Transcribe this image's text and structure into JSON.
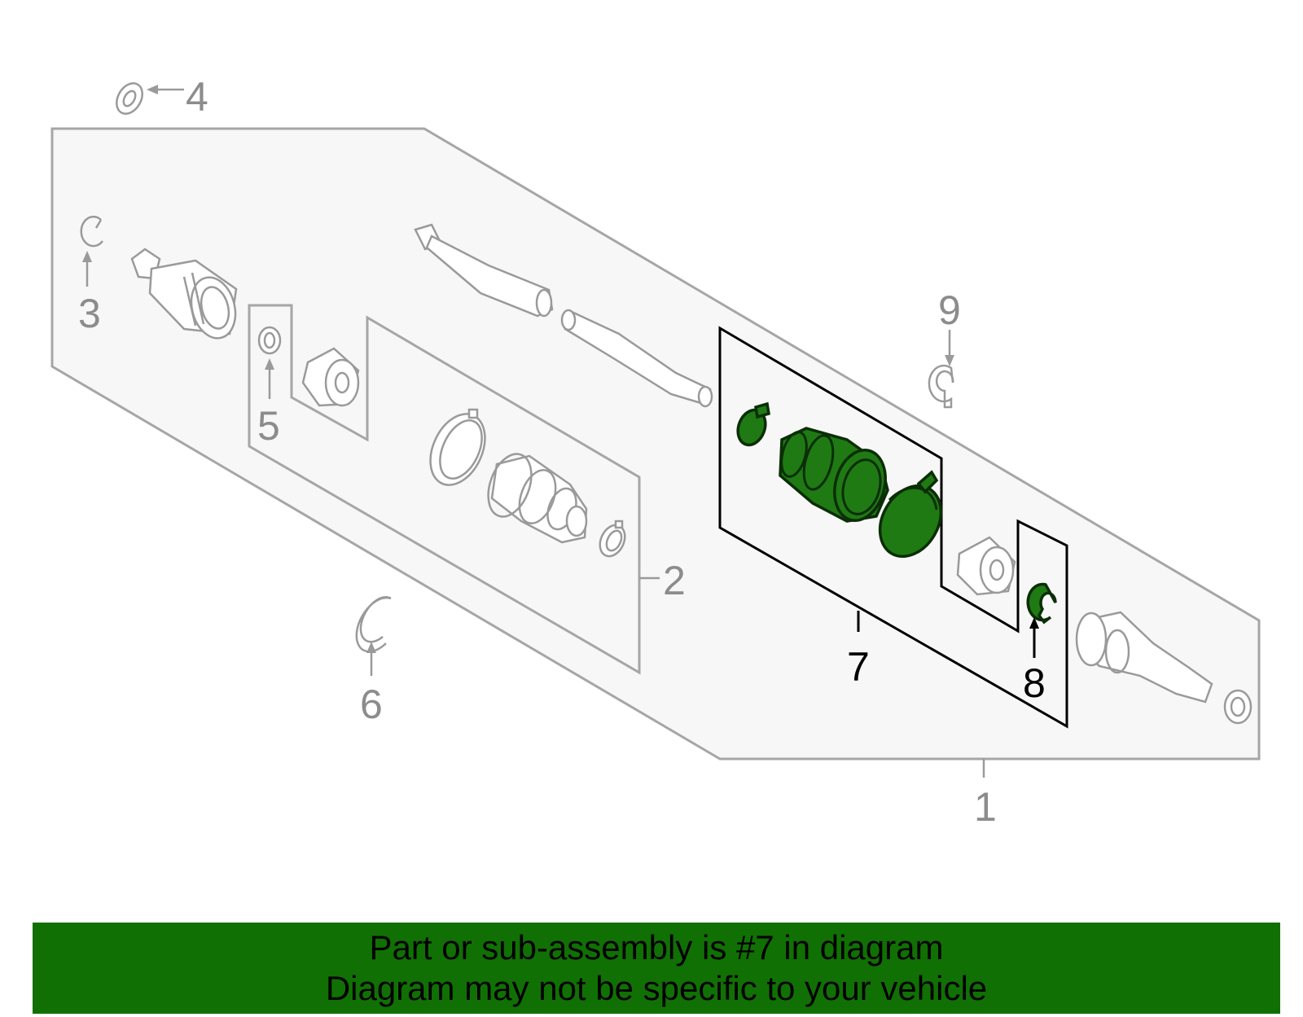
{
  "callouts": {
    "c1": "1",
    "c2": "2",
    "c3": "3",
    "c4": "4",
    "c5": "5",
    "c6": "6",
    "c7": "7",
    "c8": "8",
    "c9": "9"
  },
  "banner": {
    "line1": "Part or sub-assembly is #7 in diagram",
    "line2": "Diagram may not be specific to your vehicle"
  },
  "colors": {
    "highlight": "#1f7a14",
    "banner": "#117004",
    "parts_gray": "#9a9a9a",
    "frame_fill": "#f7f7f7"
  }
}
